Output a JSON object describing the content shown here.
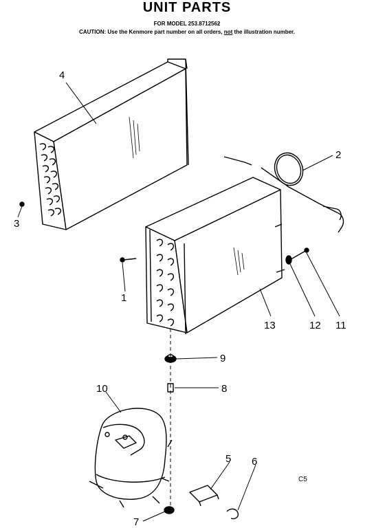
{
  "header": {
    "title": "UNIT PARTS",
    "model_line": "FOR MODEL 253.8712562",
    "caution_prefix": "CAUTION: Use the Kenmore part number on all orders,",
    "caution_not": "not",
    "caution_suffix": "the illustration number."
  },
  "callouts": {
    "p1": "1",
    "p2": "2",
    "p3": "3",
    "p4": "4",
    "p5": "5",
    "p6": "6",
    "p7": "7",
    "p8": "8",
    "p9": "9",
    "p10": "10",
    "p11": "11",
    "p12": "12",
    "p13": "13"
  },
  "page_code": "C5"
}
